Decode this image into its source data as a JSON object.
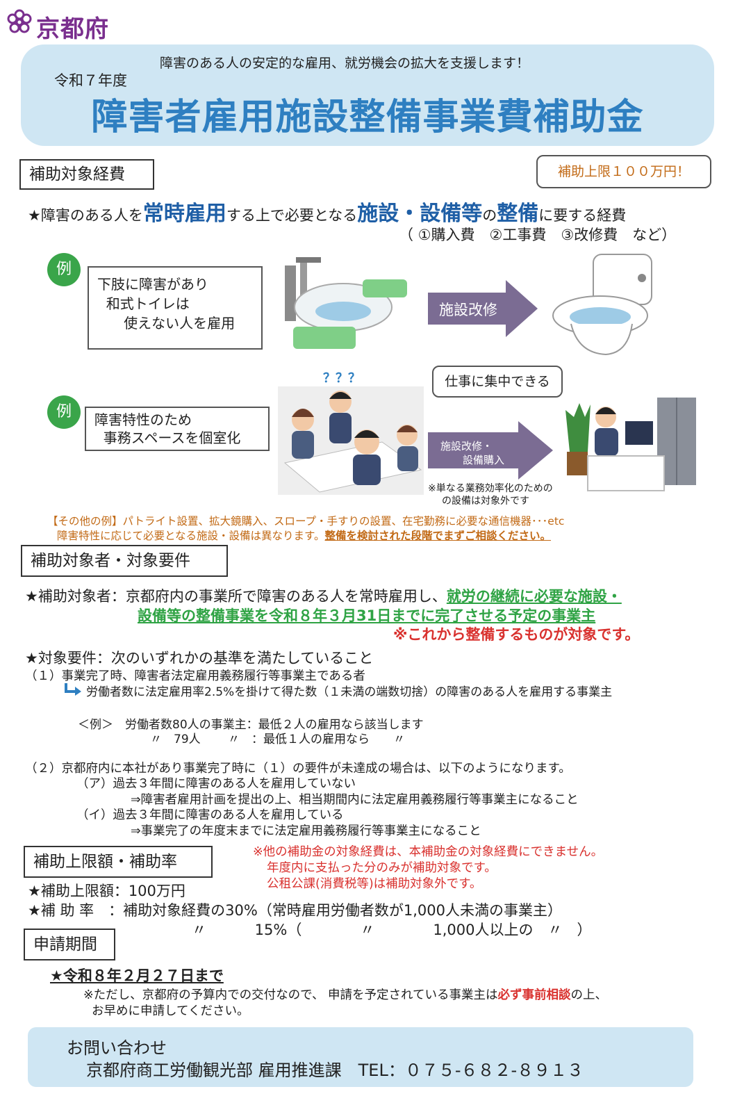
{
  "header": {
    "logo_text": "京都府",
    "subtitle": "障害のある人の安定的な雇用、就労機会の拡大を支援します！",
    "fiscal_year": "令和７年度",
    "title": "障害者雇用施設整備事業費補助金"
  },
  "section1": {
    "heading": "補助対象経費",
    "limit_bubble": "補助上限１００万円！",
    "desc": {
      "p1": "★障害のある人を",
      "b1": "常時雇用",
      "p2": "する上で必要となる",
      "b2": "施設・設備等",
      "p3": "の",
      "b3": "整備",
      "p4": "に要する経費"
    },
    "items": "（ ①購入費　②工事費　③改修費　など）",
    "example1": {
      "badge": "例",
      "text": "下肢に障害があり\n  和式トイレは\n      使えない人を雇用",
      "arrow_label": "施設改修"
    },
    "example2": {
      "badge": "例",
      "text": "障害特性のため\n  事務スペースを個室化",
      "speech": "仕事に集中できる",
      "question": "？？？",
      "arrow_label_1": "施設改修・",
      "arrow_label_2": "設備購入",
      "note_1": "※単なる業務効率化のための",
      "note_2": "の設備は対象外です"
    },
    "other_1": "【その他の例】パトライト設置、拡大鏡購入、スロープ・手すりの設置、在宅勤務に必要な通信機器･･･etc",
    "other_2a": "障害特性に応じて必要となる施設・設備は異なります。",
    "other_2b": "整備を検討された段階でまずご相談ください。"
  },
  "section2": {
    "heading": "補助対象者・対象要件",
    "target_prefix": "★補助対象者：京都府内の事業所で障害のある人を常時雇用し、",
    "target_green_1": "就労の継続に必要な施設・",
    "target_green_2": "設備等の整備事業を令和８年３月31日までに完了させる予定の事業主",
    "target_red": "※これから整備するものが対象です。",
    "req_title": "★対象要件：次のいずれかの基準を満たしていること",
    "req1": "（１）事業完了時、障害者法定雇用義務履行等事業主である者",
    "req1_sub": "労働者数に法定雇用率2.5%を掛けて得た数（１未満の端数切捨）の障害のある人を雇用する事業主",
    "ex_1": "＜例＞　労働者数80人の事業主：最低２人の雇用なら該当します",
    "ex_2": "〃　79人　　 〃　：最低１人の雇用なら　　〃",
    "req2": "（２）京都府内に本社があり事業完了時に（１）の要件が未達成の場合は、以下のようになります。",
    "req2_a": "（ア）過去３年間に障害のある人を雇用していない",
    "req2_a_sub": "⇒障害者雇用計画を提出の上、相当期間内に法定雇用義務履行等事業主になること",
    "req2_b": "（イ）過去３年間に障害のある人を雇用している",
    "req2_b_sub": "⇒事業完了の年度末までに法定雇用義務履行等事業主になること"
  },
  "section3": {
    "heading": "補助上限額・補助率",
    "notes": [
      "※他の補助金の対象経費は、本補助金の対象経費にできません。",
      "年度内に支払った分のみが補助対象です。",
      "公租公課(消費税等)は補助対象外です。"
    ],
    "limit": "★補助上限額：100万円",
    "rate_1": "★補 助 率　：補助対象経費の30%（常時雇用労働者数が1,000人未満の事業主）",
    "rate_2": "〃　　　 15%（　　　　〃　　　　1,000人以上の　〃　）"
  },
  "section4": {
    "heading": "申請期間",
    "deadline": "★令和８年２月２７日まで",
    "note_a": "※ただし、京都府の予算内での交付なので、 申請を予定されている事業主は",
    "note_red": "必ず事前相談",
    "note_b": "の上、",
    "note_2": "お早めに申請してください。"
  },
  "contact": {
    "title": "お問い合わせ",
    "dept": "京都府商工労働観光部 雇用推進課　TEL：０７５-６８２-８９１３"
  },
  "colors": {
    "accent": "#2e7fc1",
    "banner": "#cfe6f3",
    "arrow": "#7b6c93",
    "green": "#3aa54a",
    "red": "#d9322f",
    "orange": "#c26a16",
    "logo": "#7a2f8e"
  }
}
